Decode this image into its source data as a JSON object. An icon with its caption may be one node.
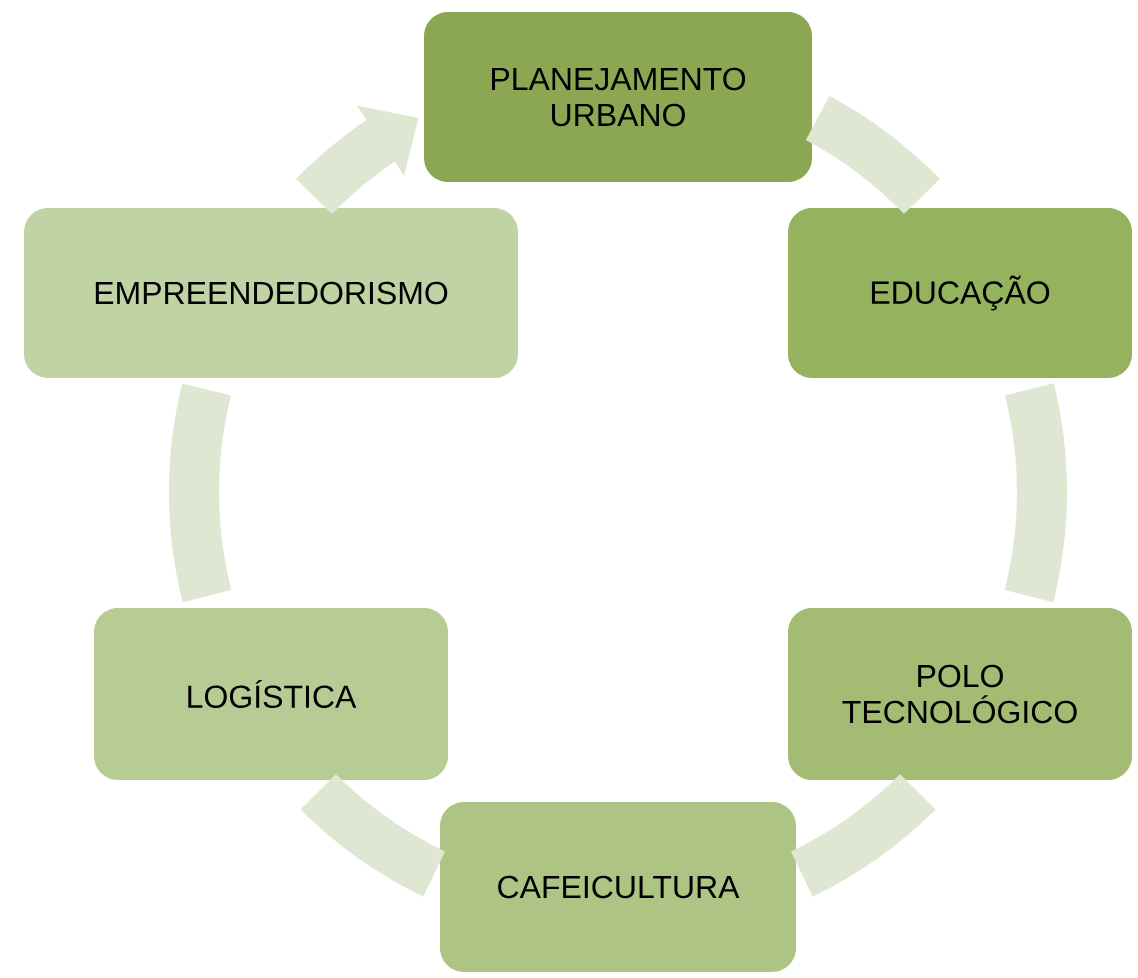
{
  "diagram": {
    "nodes": [
      {
        "text": [
          "PLANEJAMENTO URBANO"
        ]
      },
      {
        "text": [
          "EDUCAÇÃO"
        ]
      },
      {
        "text": [
          "POLO TECNOLÓGICO"
        ]
      },
      {
        "text": [
          "CAFEICULTURA"
        ]
      },
      {
        "text": [
          "LOGÍSTICA"
        ]
      },
      {
        "text": [
          "EMPREENDEDORISMO"
        ]
      }
    ],
    "edges": [
      {
        "from": 0,
        "to": 1,
        "arrow": "none"
      },
      {
        "from": 1,
        "to": 2,
        "arrow": "none"
      },
      {
        "from": 2,
        "to": 3,
        "arrow": "none"
      },
      {
        "from": 3,
        "to": 4,
        "arrow": "none"
      },
      {
        "from": 4,
        "to": 5,
        "arrow": "none"
      },
      {
        "from": 5,
        "to": 0,
        "arrow": "to"
      }
    ]
  }
}
